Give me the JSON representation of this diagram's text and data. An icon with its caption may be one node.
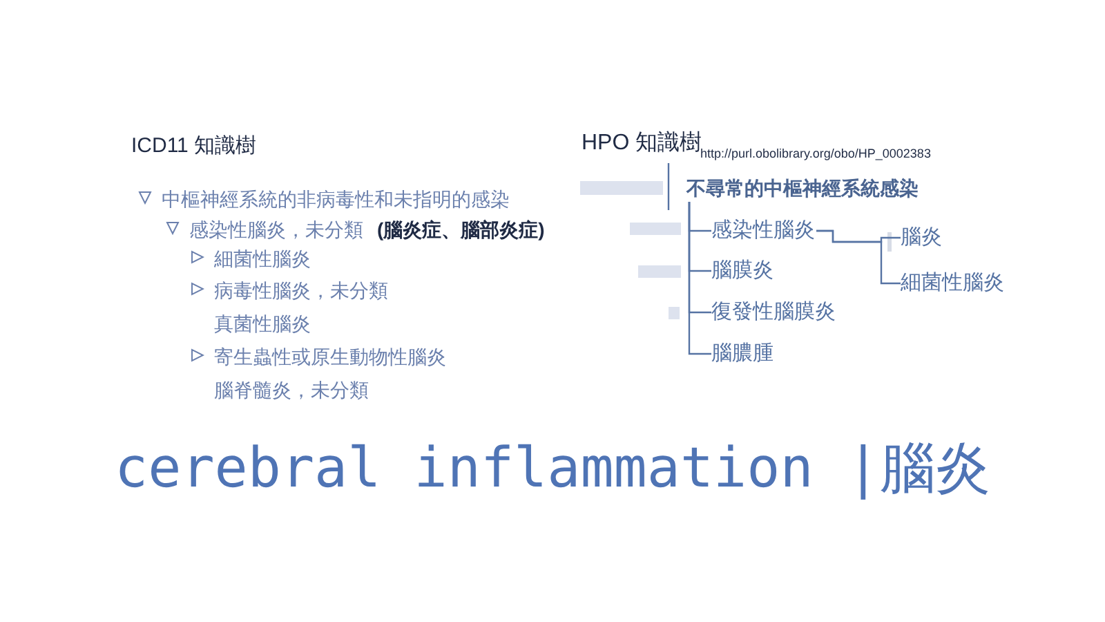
{
  "diagram": {
    "title": "cerebral inflammation |腦炎",
    "nodes": [
      {
        "text": [
          "不尋常的中樞神經系統感染"
        ]
      },
      {
        "text": [
          "感染性腦炎"
        ]
      },
      {
        "text": [
          "腦膜炎"
        ]
      },
      {
        "text": [
          "復發性腦膜炎"
        ]
      },
      {
        "text": [
          "腦膿腫"
        ]
      },
      {
        "text": [
          "腦炎"
        ]
      },
      {
        "text": [
          "細菌性腦炎"
        ]
      }
    ],
    "edges": [
      {
        "from": 0,
        "to": 1,
        "arrow": "none"
      },
      {
        "from": 0,
        "to": 2,
        "arrow": "none"
      },
      {
        "from": 0,
        "to": 3,
        "arrow": "none"
      },
      {
        "from": 0,
        "to": 4,
        "arrow": "none"
      },
      {
        "from": 1,
        "to": 5,
        "arrow": "none"
      },
      {
        "from": 1,
        "to": 6,
        "arrow": "none"
      }
    ],
    "labels": [
      "ICD11 知識樹",
      "HPO 知識樹",
      "http://purl.obolibrary.org/obo/HP_0002383",
      "中樞神經系統的非病毒性和未指明的感染",
      "感染性腦炎，未分類",
      "(腦炎症、腦部炎症)",
      "細菌性腦炎",
      "病毒性腦炎，未分類",
      "真菌性腦炎",
      "寄生蟲性或原生動物性腦炎",
      "腦脊髓炎，未分類"
    ]
  }
}
